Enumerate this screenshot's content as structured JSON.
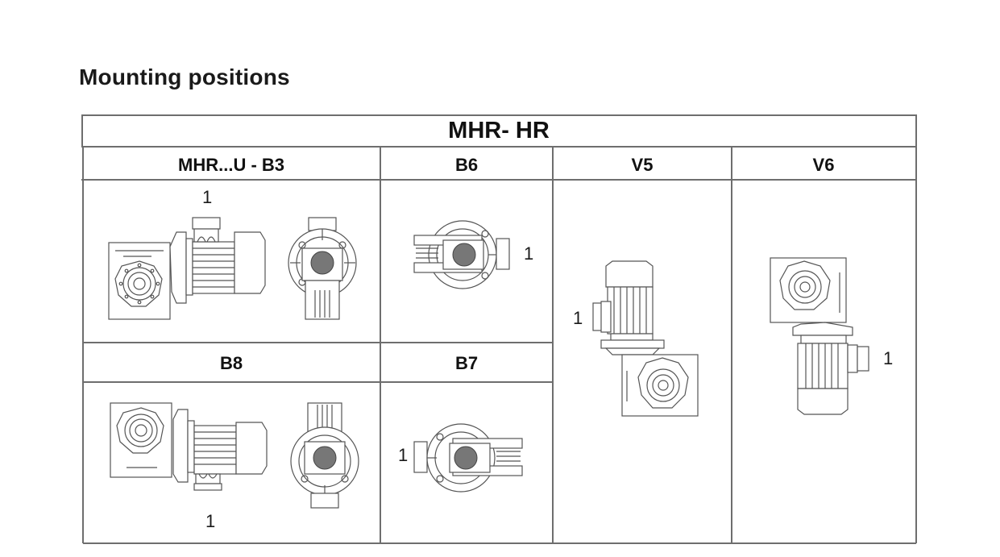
{
  "page": {
    "title": "Mounting positions"
  },
  "table": {
    "title": "MHR- HR",
    "columns": [
      {
        "label": "MHR...U - B3"
      },
      {
        "label": "B6"
      },
      {
        "label": "V5"
      },
      {
        "label": "V6"
      }
    ],
    "lower_row": [
      {
        "label": "B8"
      },
      {
        "label": "B7"
      }
    ],
    "cells": {
      "b3": {
        "position": "B3",
        "terminal_box_marker": "1",
        "views": [
          "side-view",
          "end-view"
        ]
      },
      "b6": {
        "position": "B6",
        "terminal_box_marker": "1",
        "views": [
          "end-view"
        ]
      },
      "v5": {
        "position": "V5",
        "terminal_box_marker": "1",
        "views": [
          "side-view"
        ]
      },
      "v6": {
        "position": "V6",
        "terminal_box_marker": "1",
        "views": [
          "side-view"
        ]
      },
      "b8": {
        "position": "B8",
        "terminal_box_marker": "1",
        "views": [
          "side-view",
          "end-view"
        ]
      },
      "b7": {
        "position": "B7",
        "terminal_box_marker": "1",
        "views": [
          "end-view"
        ]
      }
    }
  },
  "colors": {
    "border": "#6e6e6e",
    "drawing_stroke": "#555555",
    "text": "#111111"
  }
}
